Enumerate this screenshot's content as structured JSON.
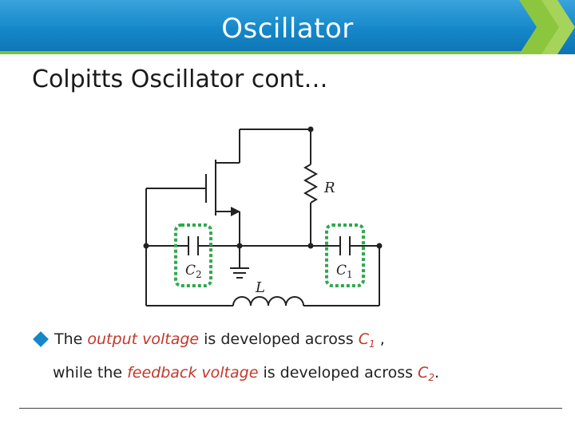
{
  "slide": {
    "title": "Oscillator",
    "heading": "Colpitts Oscillator cont…"
  },
  "diagram": {
    "labels": {
      "resistor": "R",
      "c2_letter": "C",
      "c2_sub": "2",
      "c1_letter": "C",
      "c1_sub": "1",
      "inductor": "L"
    }
  },
  "bullet": {
    "p1": "The ",
    "em1": "output voltage",
    "p2": " is developed across ",
    "cap1": "C",
    "cap1_sub": "1",
    "p3": " ,",
    "line2_p1": "while the ",
    "em2": "feedback voltage",
    "line2_p2": " is developed across ",
    "cap2": "C",
    "cap2_sub": "2",
    "line2_p3": "."
  },
  "colors": {
    "title_bar": "#1487c9",
    "accent_green": "#7fbf3a",
    "highlight_box": "#2fa84f",
    "emphasis_red": "#c0392b"
  }
}
